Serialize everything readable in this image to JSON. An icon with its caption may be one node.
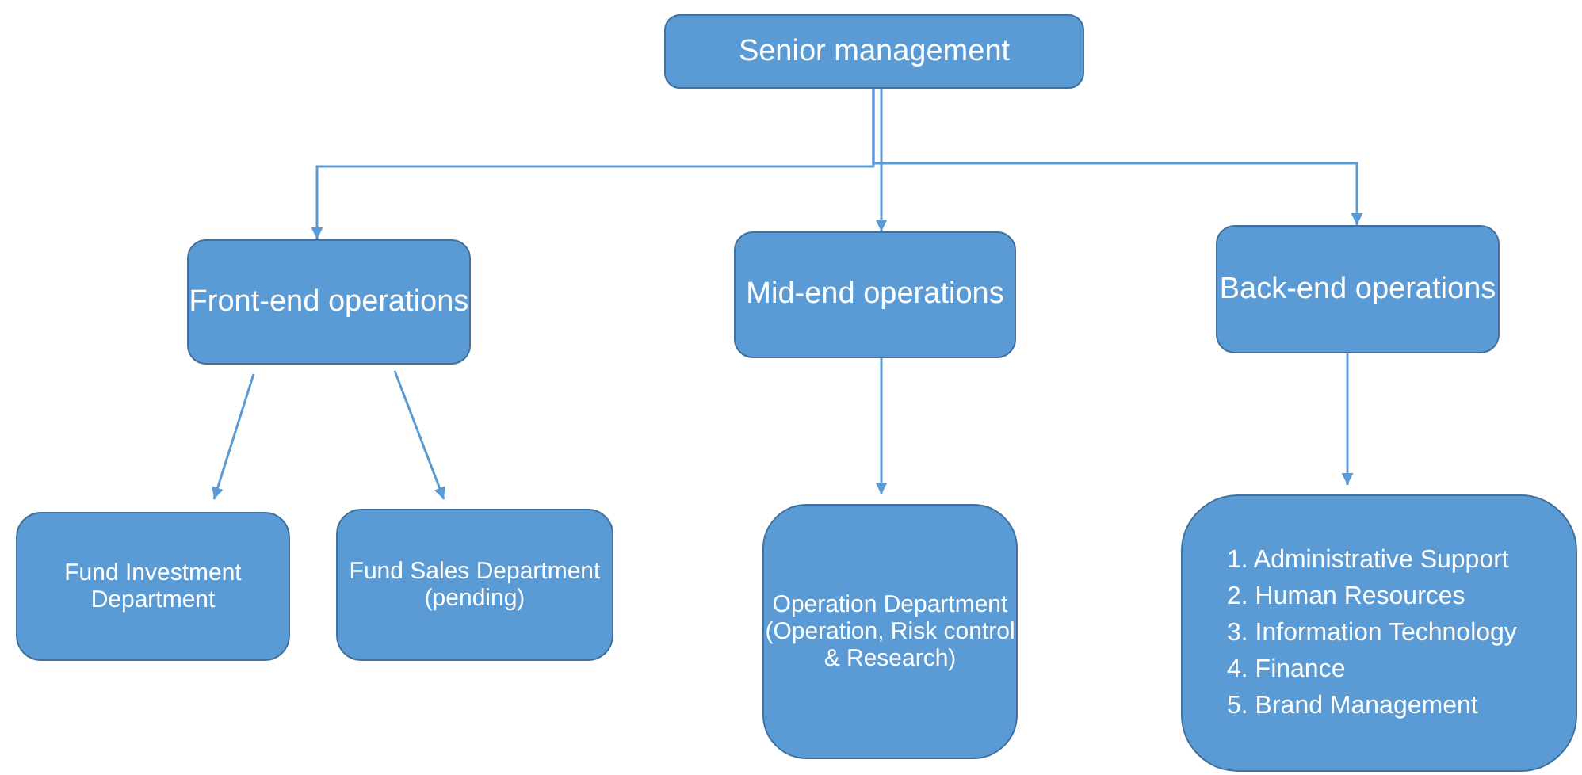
{
  "diagram": {
    "nodes": [
      {
        "text": [
          "Senior management"
        ]
      },
      {
        "text": [
          "Front-end operations"
        ]
      },
      {
        "text": [
          "Mid-end operations"
        ]
      },
      {
        "text": [
          "Back-end operations"
        ]
      },
      {
        "text": [
          "Fund Investment Department"
        ]
      },
      {
        "text": [
          "Fund Sales Department (pending)"
        ]
      },
      {
        "text": [
          "Operation Department (Operation, Risk control & Research)"
        ]
      },
      {
        "text": [
          "1. Administrative Support",
          "2. Human Resources",
          "3. Information Technology",
          "4. Finance",
          "5. Brand Management"
        ]
      }
    ],
    "edges": [
      {
        "from": 0,
        "to": 1,
        "arrow": "to"
      },
      {
        "from": 0,
        "to": 2,
        "arrow": "to"
      },
      {
        "from": 0,
        "to": 3,
        "arrow": "to"
      },
      {
        "from": 1,
        "to": 4,
        "arrow": "to"
      },
      {
        "from": 1,
        "to": 5,
        "arrow": "to"
      },
      {
        "from": 2,
        "to": 6,
        "arrow": "to"
      },
      {
        "from": 3,
        "to": 7,
        "arrow": "to"
      }
    ]
  }
}
